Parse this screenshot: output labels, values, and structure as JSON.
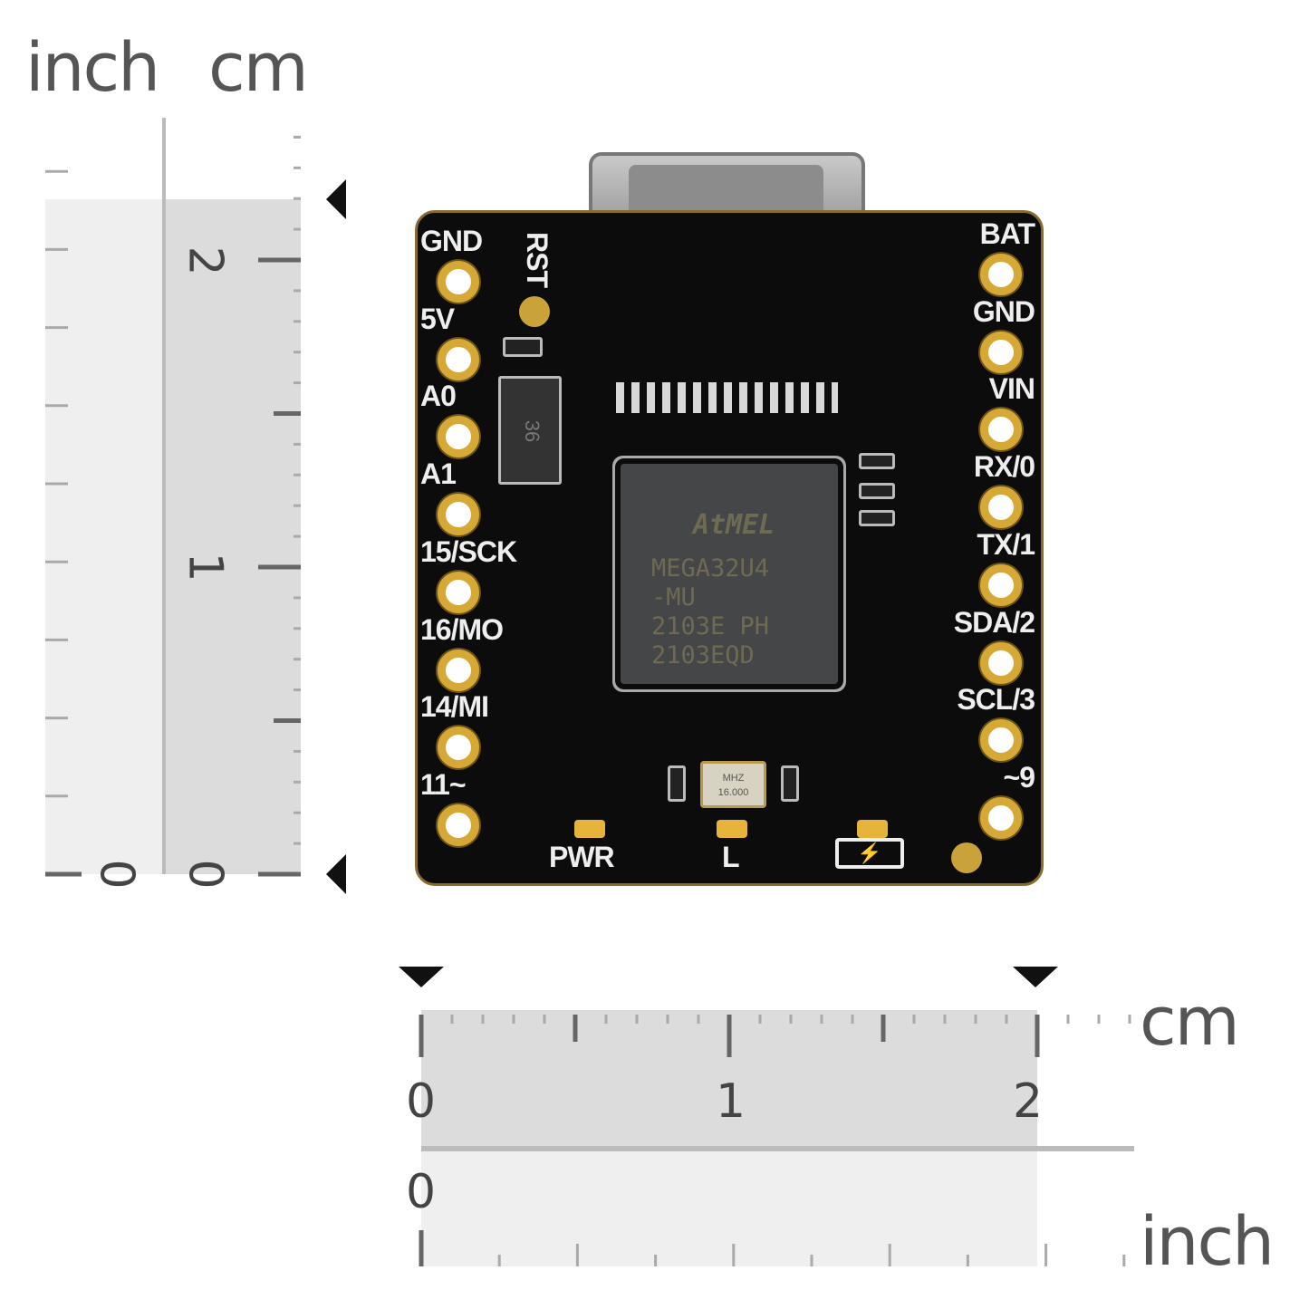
{
  "units": {
    "top_inch": "inch",
    "top_cm": "cm",
    "bottom_cm": "cm",
    "bottom_inch": "inch"
  },
  "left_ruler": {
    "cm_labels": [
      "2",
      "1",
      "0"
    ],
    "inch_label": "0"
  },
  "bottom_ruler": {
    "cm_labels": [
      "0",
      "1",
      "2"
    ],
    "inch_label": "0"
  },
  "board": {
    "left_pins": [
      "GND",
      "5V",
      "A0",
      "A1",
      "15/SCK",
      "16/MO",
      "14/MI",
      "11~"
    ],
    "right_pins": [
      "BAT",
      "GND",
      "VIN",
      "RX/0",
      "TX/1",
      "SDA/2",
      "SCL/3",
      "~9"
    ],
    "rst_label": "RST",
    "bottom_labels": {
      "pwr": "PWR",
      "l": "L"
    },
    "battery_icon": "battery-charge-icon",
    "chip_lines": [
      "AtMEL",
      "MEGA32U4",
      "-MU",
      "2103E  PH",
      "2103EQD"
    ],
    "crystal": [
      "16.000",
      "MHZ"
    ],
    "diode": "36"
  },
  "colors": {
    "pcb": "#0c0c0c",
    "gold": "#d6a936",
    "ruler_dark": "#dcdcdc",
    "ruler_light": "#efefef"
  }
}
